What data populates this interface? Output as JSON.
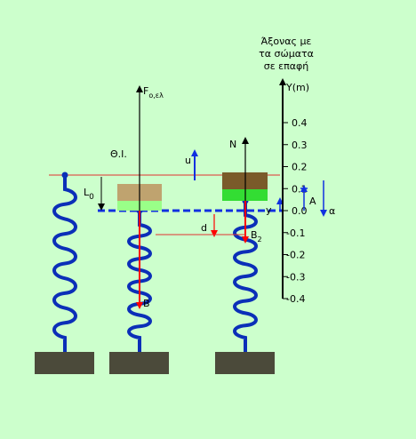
{
  "axis_caption": [
    "Άξονας με",
    "τα σώματα",
    "σε επαφή"
  ],
  "axis_label": "Y(m)",
  "ticks": [
    "0.4",
    "0.3",
    "0.2",
    "0.1",
    "0.0",
    "-0.1",
    "-0.2",
    "-0.3",
    "-0.4"
  ],
  "labels": {
    "force_main": "F",
    "force_sub": "o,ελ",
    "equilibrium": "Θ.Ι.",
    "u": "u",
    "N": "N",
    "L_main": "L",
    "L_sub": "0",
    "d": "d",
    "y": "y",
    "A": "A",
    "alpha": "α",
    "B1": "B",
    "B2_main": "B",
    "B2_sub": "2"
  },
  "colors": {
    "background": "#ccffcc",
    "spring": "#0b2fb8",
    "equilibrium_line": "#1030e0",
    "natural_line": "#e03030",
    "force_arrow": "#ff0000",
    "base": "#4b4a3a",
    "block_top_left": "#bfa36f",
    "block_top_right": "#7a5a2a",
    "block_bottom": "#33dd33"
  }
}
